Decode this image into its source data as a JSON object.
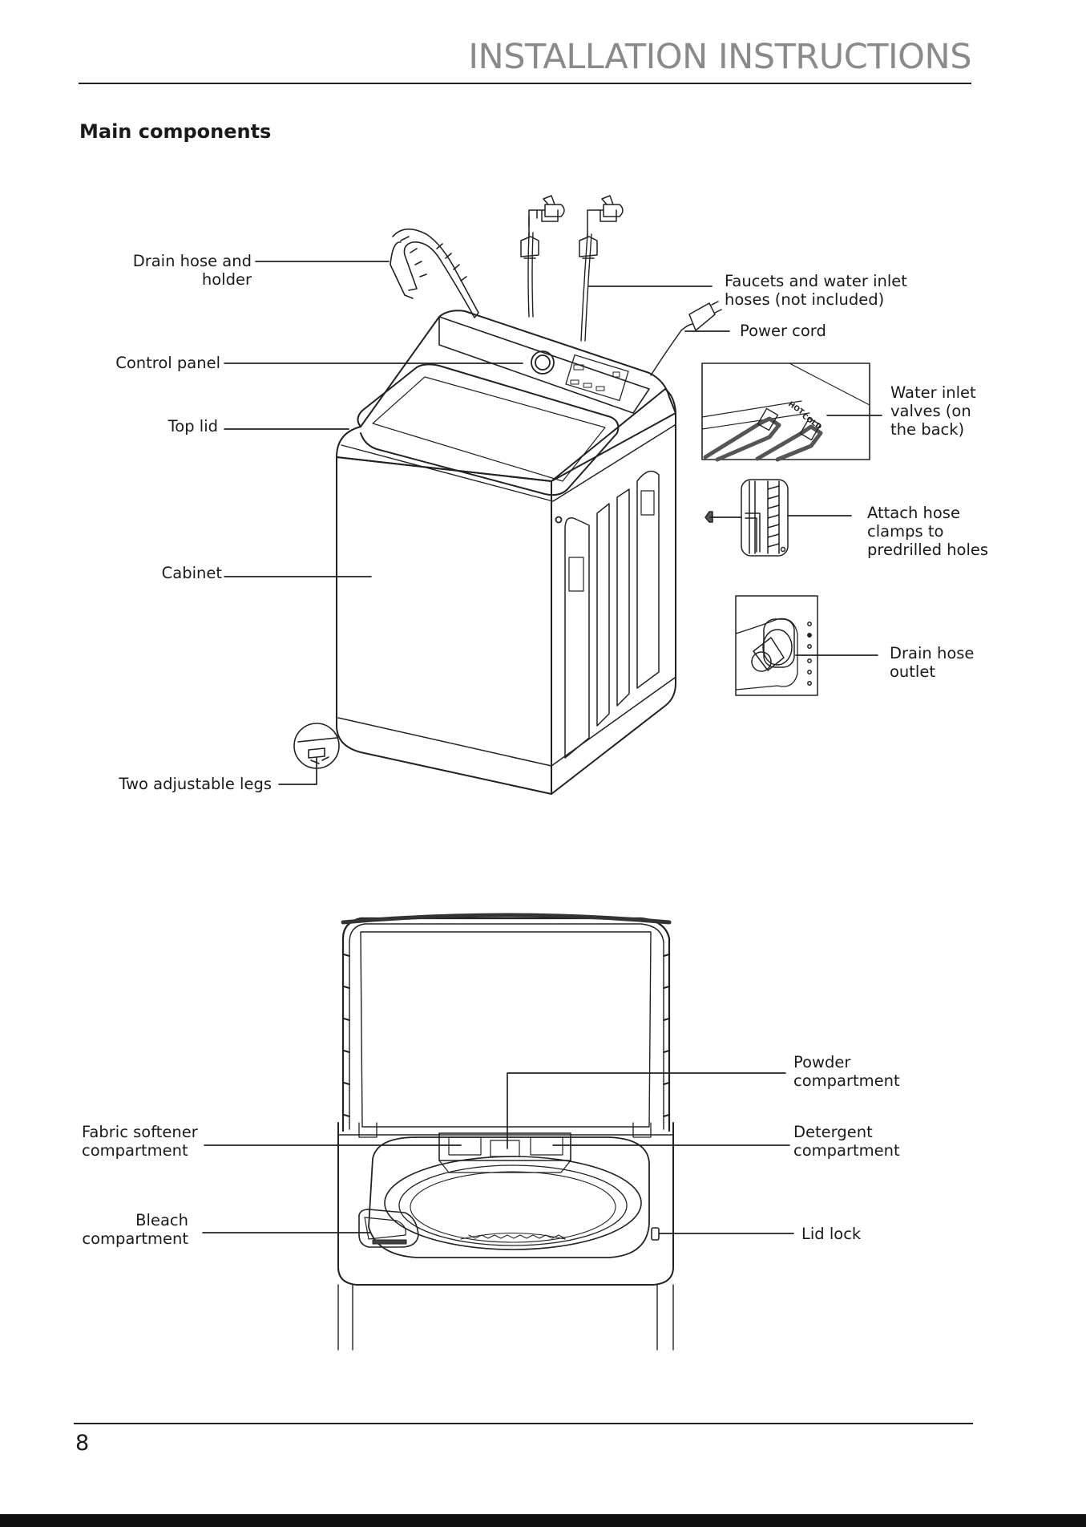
{
  "header": {
    "title": "INSTALLATION INSTRUCTIONS"
  },
  "section": {
    "heading": "Main components"
  },
  "labels": {
    "drain_hose_holder": [
      "Drain hose and",
      "holder"
    ],
    "faucets": [
      "Faucets and water inlet",
      "hoses (not included)"
    ],
    "power_cord": "Power cord",
    "control_panel": "Control panel",
    "top_lid": "Top lid",
    "water_inlet_valves": [
      "Water inlet",
      "valves (on",
      "the back)"
    ],
    "valve_hot": "HOT",
    "valve_cold": "COLD",
    "attach_hose_clamps": [
      "Attach hose",
      "clamps to",
      "predrilled holes"
    ],
    "cabinet": "Cabinet",
    "drain_hose_outlet": [
      "Drain hose",
      "outlet"
    ],
    "two_adjustable_legs": "Two adjustable legs",
    "powder_compartment": [
      "Powder",
      "compartment"
    ],
    "fabric_softener_compartment": [
      "Fabric softener",
      "compartment"
    ],
    "detergent_compartment": [
      "Detergent",
      "compartment"
    ],
    "bleach_compartment": [
      "Bleach",
      "compartment"
    ],
    "lid_lock": "Lid lock"
  },
  "footer": {
    "page_number": "8"
  }
}
